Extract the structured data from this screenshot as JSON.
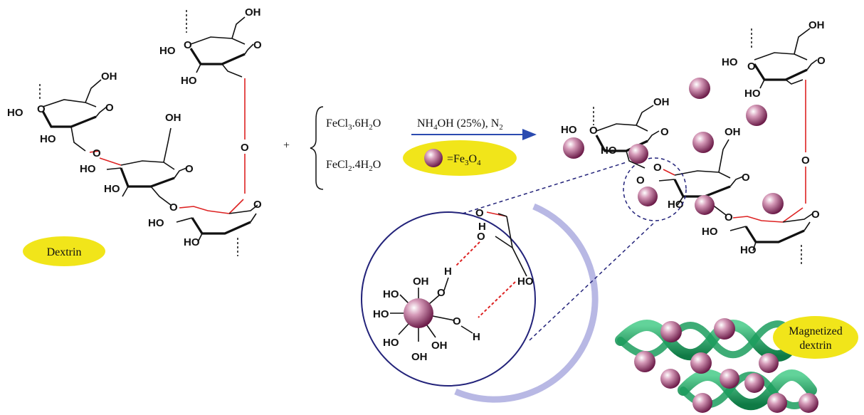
{
  "reactants": {
    "reagent_1": [
      "FeCl",
      "3",
      ".6H",
      "2",
      "O"
    ],
    "reagent_2": [
      "FeCl",
      "2",
      ".4H",
      "2",
      "O"
    ],
    "plus_sign": "+"
  },
  "conditions": {
    "text": [
      "NH",
      "4",
      "OH (25%), N",
      "2"
    ],
    "legend_text": [
      "=Fe",
      "3",
      "O",
      "4"
    ]
  },
  "labels": {
    "dextrin": "Dextrin",
    "magnetized_1": "Magnetized",
    "magnetized_2": "dextrin"
  },
  "atoms": {
    "oh": "OH",
    "ho": "HO",
    "o": "O",
    "h": "H"
  },
  "colors": {
    "label_bg": "#f1e51a",
    "particle": "#8a2a5c",
    "arrow": "#2b4bb0",
    "circle": "#23237a",
    "helix": "#1c9e5e",
    "bond_red": "#d22222"
  }
}
